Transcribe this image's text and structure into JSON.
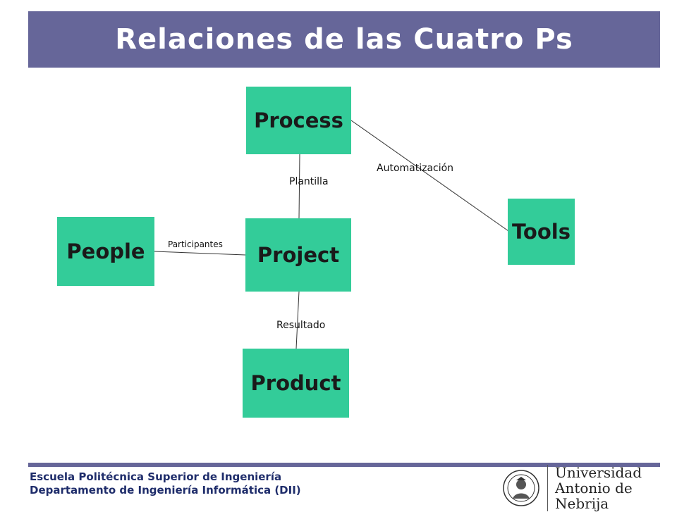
{
  "title": "Relaciones de las Cuatro Ps",
  "nodes": {
    "process": "Process",
    "people": "People",
    "project": "Project",
    "tools": "Tools",
    "product": "Product"
  },
  "edges": {
    "plantilla": "Plantilla",
    "automatizacion": "Automatización",
    "participantes": "Participantes",
    "resultado": "Resultado"
  },
  "footer": {
    "line1": "Escuela Politécnica Superior de Ingeniería",
    "line2": "Departamento de Ingeniería Informática (DII)"
  },
  "logo": {
    "line1": "Universidad",
    "line2": "Antonio de Nebrija"
  },
  "colors": {
    "title_bar": "#666699",
    "node_fill": "#33cc99",
    "footer_text": "#1f2d6b"
  }
}
